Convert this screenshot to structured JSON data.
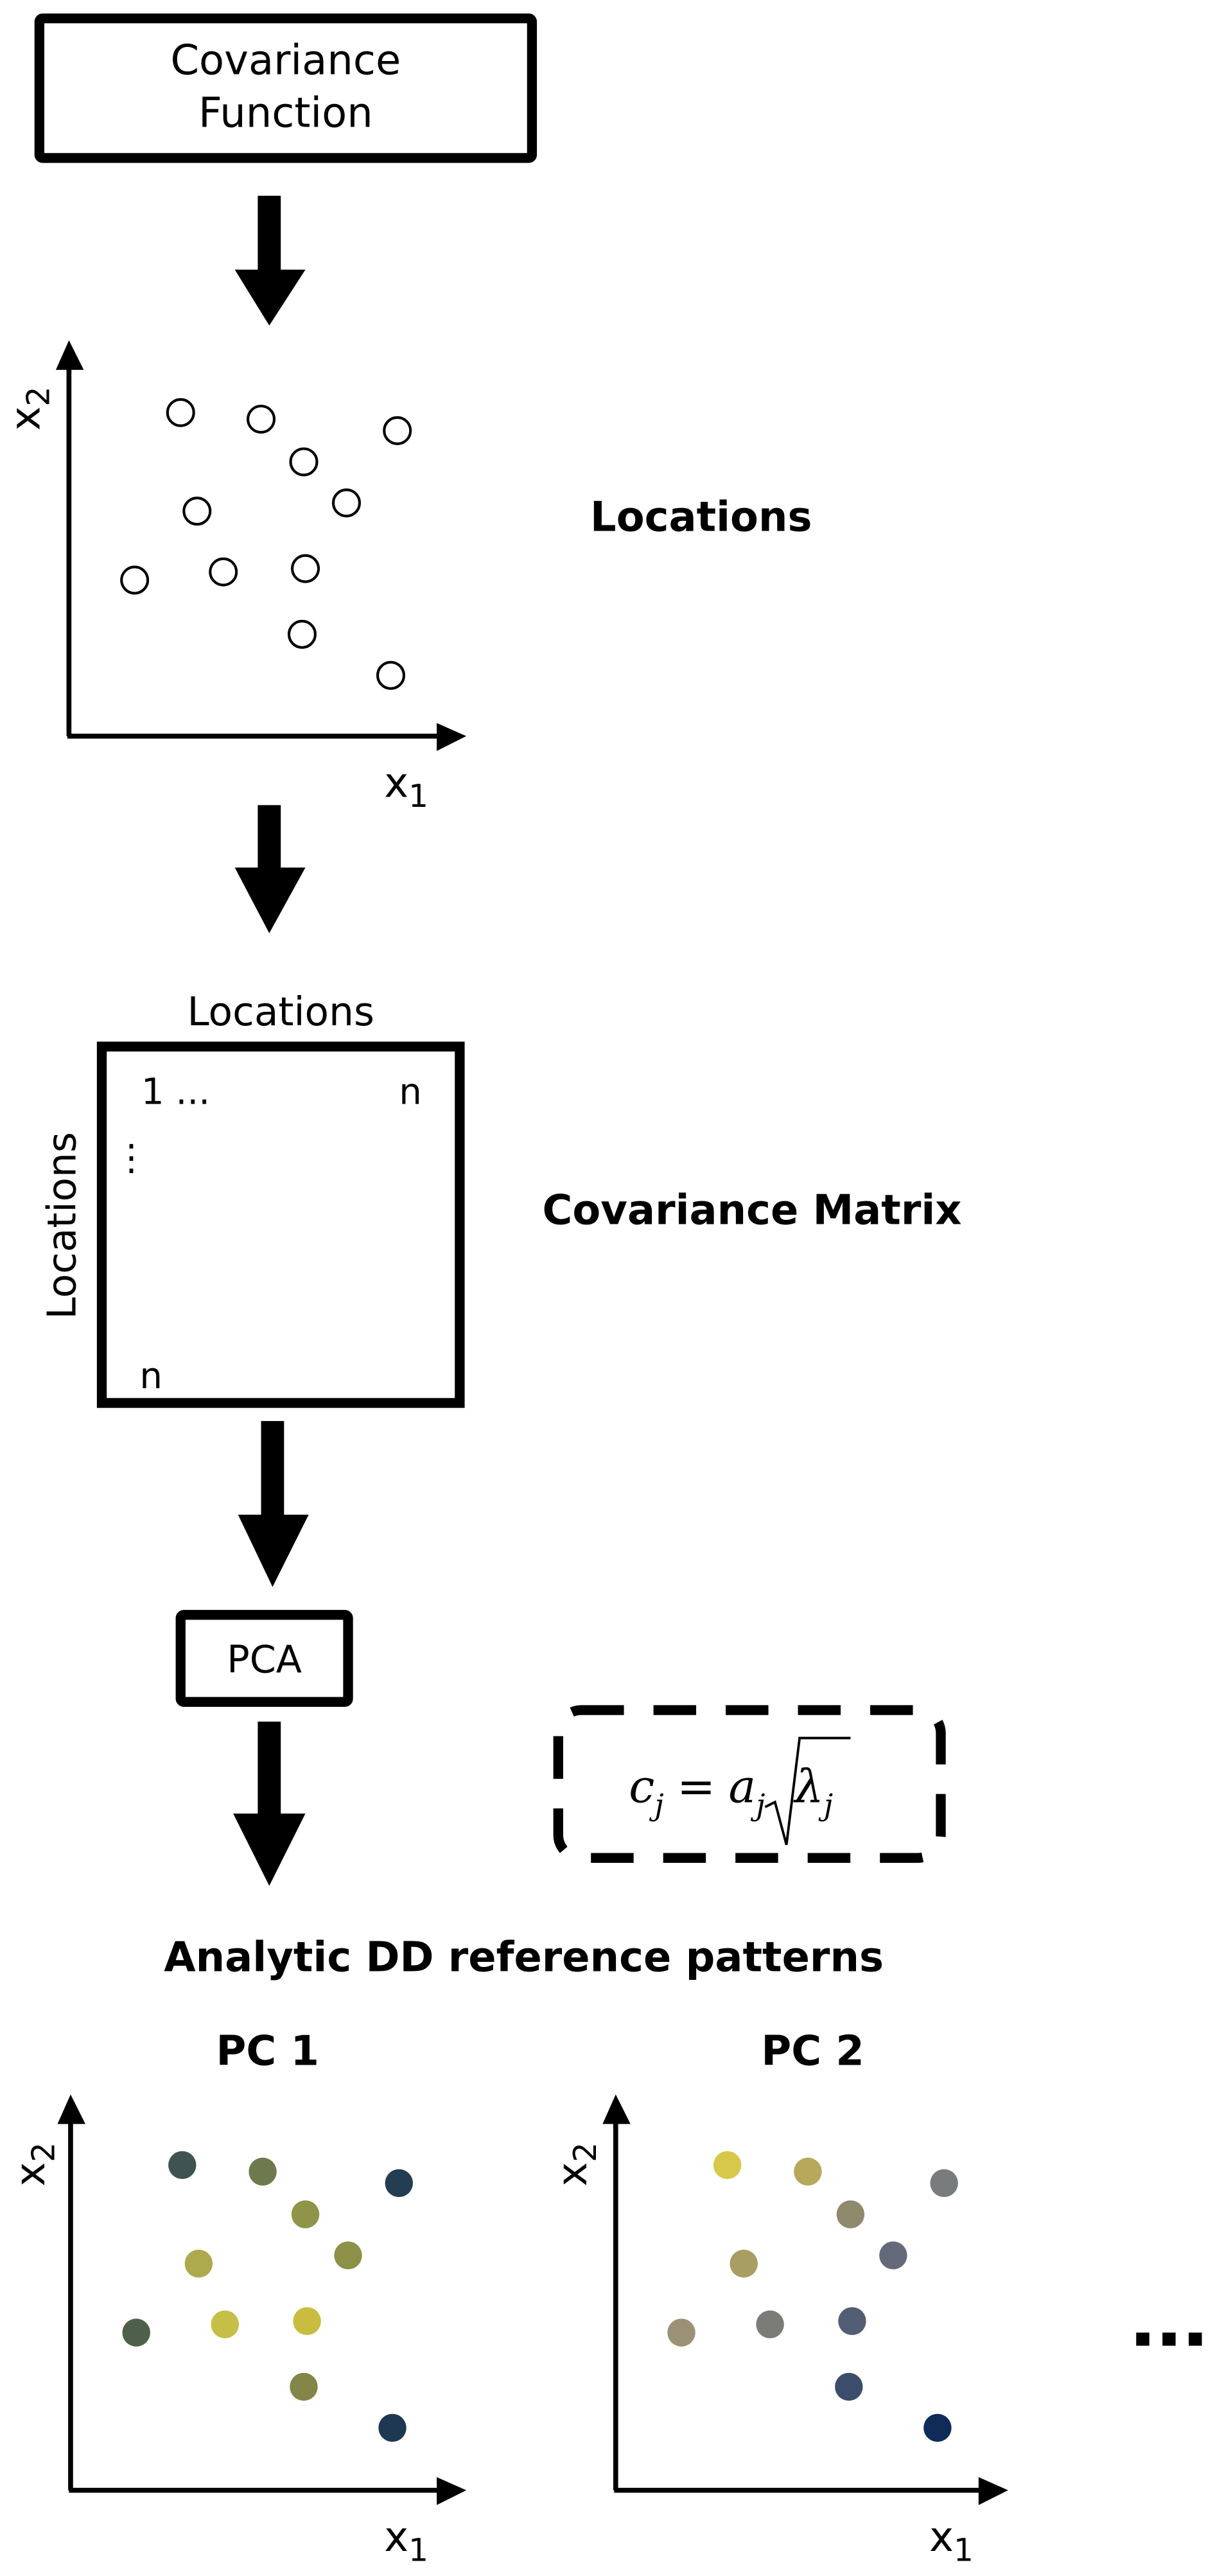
{
  "diagram": {
    "covariance_function_box": {
      "line1": "Covariance",
      "line2": "Function"
    },
    "locations_plot": {
      "label": "Locations",
      "x_axis": {
        "main": "x",
        "sub": "1"
      },
      "y_axis": {
        "main": "x",
        "sub": "2"
      }
    },
    "covariance_matrix": {
      "label": "Covariance Matrix",
      "top_header": "Locations",
      "side_header": "Locations",
      "top_left": "1 ...",
      "top_right": "n",
      "vertical_dots": "⋮",
      "bottom_left": "n"
    },
    "pca_box": {
      "label": "PCA"
    },
    "formula": {
      "lhs": "c",
      "lhs_sub": "j",
      "eq": "=",
      "a": "a",
      "a_sub": "j",
      "lambda": "λ",
      "lambda_sub": "j"
    },
    "patterns_title": "Analytic DD reference patterns",
    "pc_panels": [
      {
        "title": "PC 1",
        "x_axis": {
          "main": "x",
          "sub": "1"
        },
        "y_axis": {
          "main": "x",
          "sub": "2"
        }
      },
      {
        "title": "PC 2",
        "x_axis": {
          "main": "x",
          "sub": "1"
        },
        "y_axis": {
          "main": "x",
          "sub": "2"
        }
      }
    ],
    "continuation": "...",
    "points": {
      "count": 11,
      "pc1_colors": [
        "#3f5450",
        "#6e7a4e",
        "#8f9448",
        "#233e52",
        "#acaa4c",
        "#8d9047",
        "#4e6049",
        "#c5bf47",
        "#c8bd40",
        "#838549",
        "#1f3852"
      ],
      "pc2_colors": [
        "#d6c84a",
        "#b7a85c",
        "#8f8a6c",
        "#787c7c",
        "#a89d62",
        "#646a7a",
        "#9a9176",
        "#7b7c78",
        "#525e74",
        "#3b4d6a",
        "#0f2b57"
      ]
    }
  }
}
